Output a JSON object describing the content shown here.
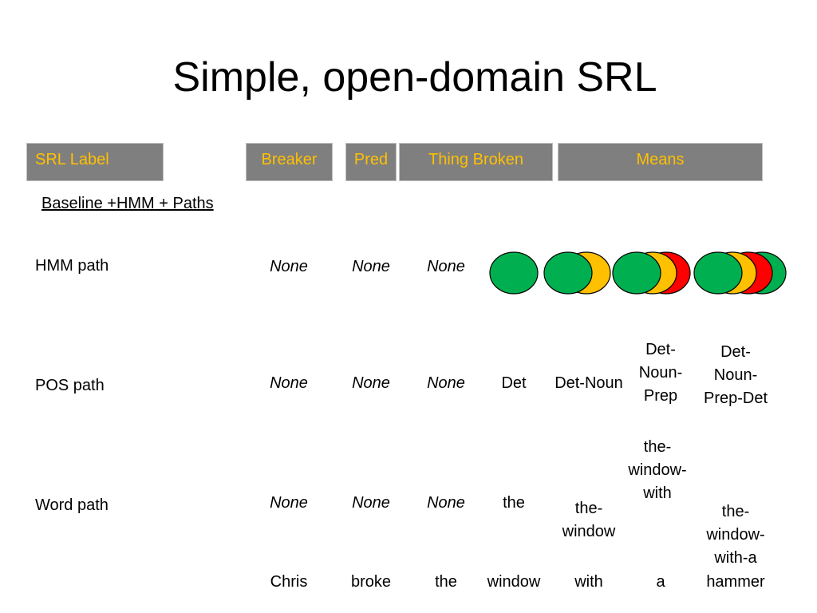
{
  "slide": {
    "title": "Simple, open-domain SRL"
  },
  "srl_labels": {
    "label": "SRL Label",
    "breaker": "Breaker",
    "pred": "Pred",
    "thing_broken": "Thing Broken",
    "means": "Means"
  },
  "baseline_heading": "Baseline +HMM + Paths",
  "rows": {
    "hmm": {
      "label": "HMM path",
      "cells": [
        "None",
        "None",
        "None"
      ]
    },
    "pos": {
      "label": "POS path",
      "cells": [
        "None",
        "None",
        "None",
        "Det",
        "Det-Noun",
        "Det-\nNoun-\nPrep",
        "Det-\nNoun-\nPrep-Det"
      ]
    },
    "word": {
      "label": "Word path",
      "cells": [
        "None",
        "None",
        "None",
        "the",
        "the-\nwindow",
        "the-\nwindow-\nwith",
        "the-\nwindow-\nwith-a"
      ]
    },
    "tokens": [
      "Chris",
      "broke",
      "the",
      "window",
      "with",
      "a",
      "hammer"
    ]
  },
  "hmm_circle_stacks": [
    [
      "green"
    ],
    [
      "yellow",
      "green"
    ],
    [
      "red",
      "yellow",
      "green"
    ],
    [
      "green",
      "red",
      "yellow",
      "green"
    ]
  ],
  "colors": {
    "green": "#00b050",
    "yellow": "#ffc000",
    "red": "#ff0000",
    "header_box": "#7f7f7f",
    "header_text": "#ffc000"
  }
}
